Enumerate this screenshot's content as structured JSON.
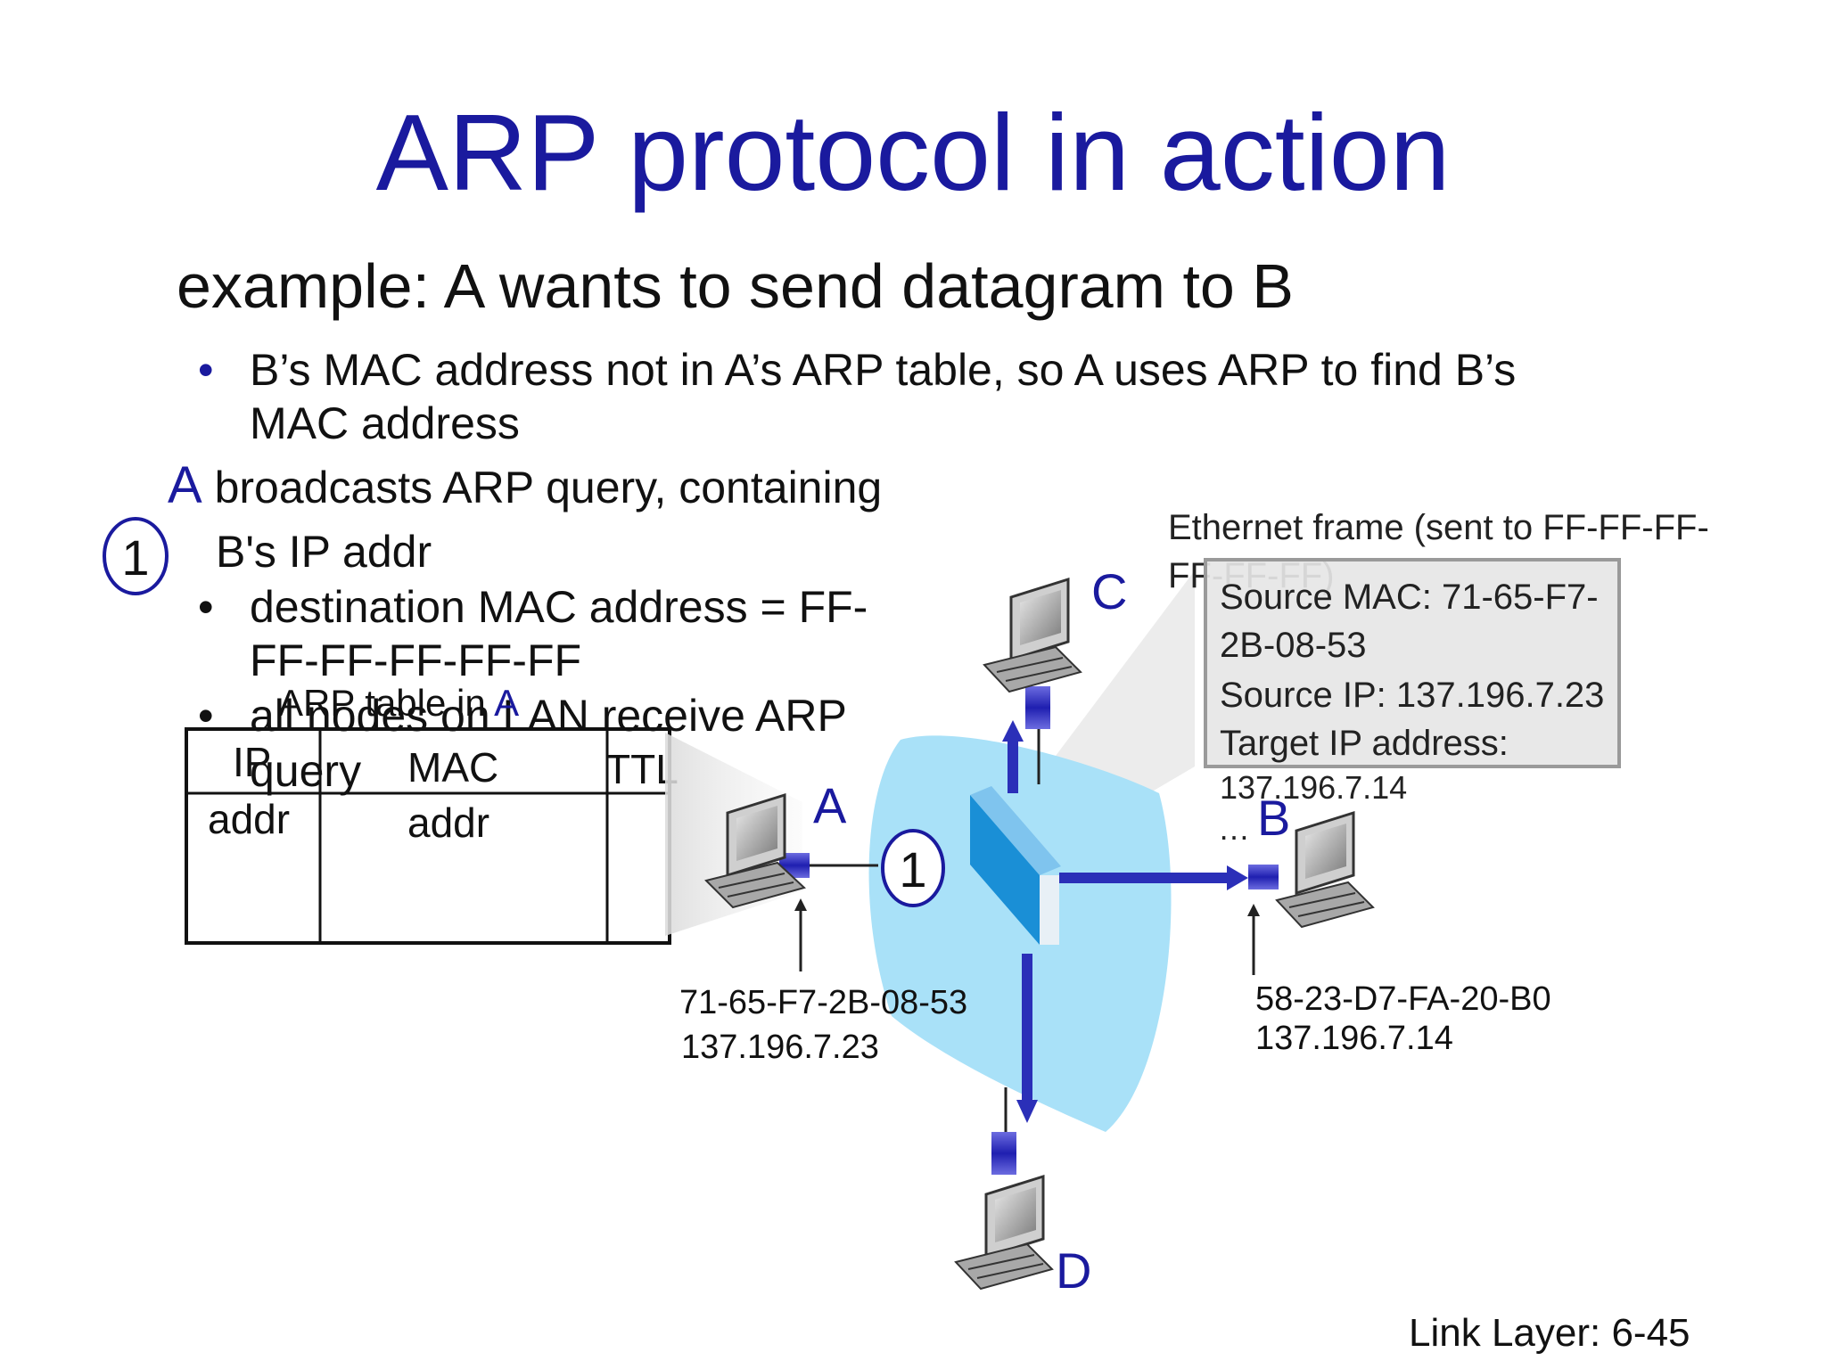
{
  "title": "ARP protocol in action",
  "example": "example: A wants to send datagram to B",
  "bullet_mac_not_in_table_line1": "B’s MAC address not in A’s ARP table, so A uses ARP to find B’s",
  "bullet_mac_not_in_table_line2": "MAC address",
  "step1": {
    "marker": "1",
    "lead_letter": "A",
    "lead_text": "broadcasts ARP query, containing",
    "ip_line": "B's IP addr",
    "dest_mac_line1": "destination MAC address = FF-",
    "dest_mac_line2": "FF-FF-FF-FF-FF",
    "all_nodes_line1": "all nodes on LAN receive ARP",
    "all_nodes_line2": "query"
  },
  "arp_table": {
    "caption_text": "ARP table in ",
    "caption_node": "A",
    "headers": {
      "ip_line1": "IP",
      "ip_line2": "addr",
      "mac_line1": "MAC",
      "mac_line2": "addr",
      "ttl": "TTL"
    }
  },
  "frame": {
    "heading_line1": "Ethernet frame (sent to FF-FF-FF-",
    "heading_line2": "FF-FF-FF)",
    "source_mac_line1": "Source MAC:  71-65-F7-",
    "source_mac_line2": "2B-08-53",
    "source_ip": "Source IP: 137.196.7.23",
    "target_ip_label": "Target IP address:",
    "target_ip_value": "137.196.7.14",
    "ellipsis": "…"
  },
  "nodes": {
    "A": {
      "label": "A",
      "mac": "71-65-F7-2B-08-53",
      "ip": "137.196.7.23"
    },
    "B": {
      "label": "B",
      "mac": "58-23-D7-FA-20-B0",
      "ip": "137.196.7.14"
    },
    "C": {
      "label": "C"
    },
    "D": {
      "label": "D"
    }
  },
  "diagram_step_marker": "1",
  "footer": "Link Layer: 6-45",
  "colors": {
    "title_blue": "#1a1a9e",
    "lan_cloud": "#a9e1f8",
    "switch_face": "#1a8fd6",
    "arrow_blue": "#2b2fb8",
    "frame_bg": "#e6e6e6"
  }
}
